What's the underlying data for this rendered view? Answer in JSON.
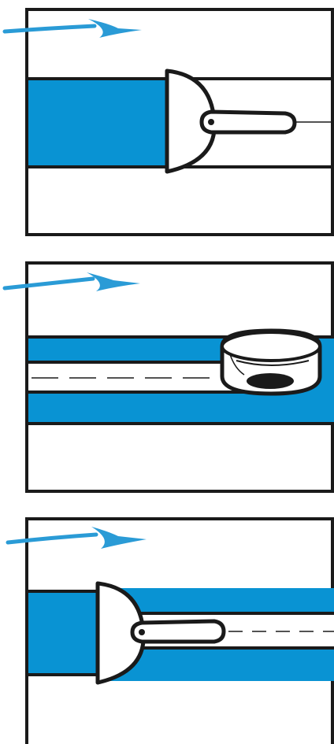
{
  "colors": {
    "blue_fill": "#0993d3",
    "arrow_blue": "#2a9bd6",
    "outline": "#1a1a1a",
    "background": "#ffffff"
  },
  "panels": [
    {
      "id": "step-1",
      "icon": "spatula-icon",
      "direction_icon": "arrow-right-icon"
    },
    {
      "id": "step-2",
      "icon": "tape-roll-icon",
      "direction_icon": "arrow-right-icon"
    },
    {
      "id": "step-3",
      "icon": "spatula-icon",
      "direction_icon": "arrow-right-icon"
    }
  ]
}
